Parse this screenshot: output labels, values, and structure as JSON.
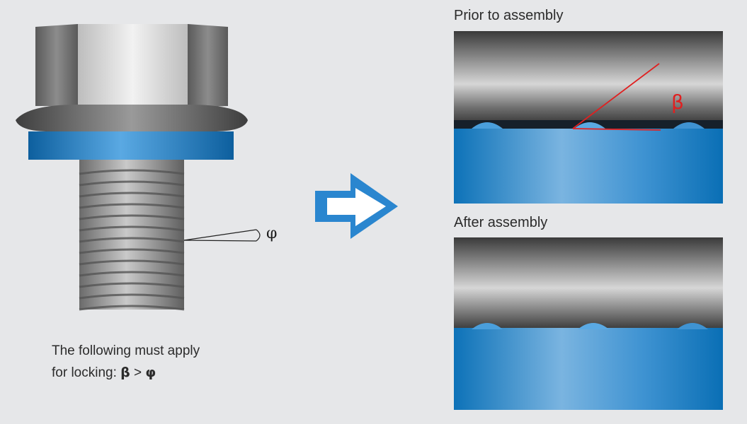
{
  "panels": {
    "before_title": "Prior to assembly",
    "after_title": "After assembly"
  },
  "labels": {
    "beta": "β",
    "phi": "φ"
  },
  "rule": {
    "line1": "The following must apply",
    "line2_prefix": "for locking: ",
    "beta": "β",
    "operator": " > ",
    "phi": "φ"
  },
  "colors": {
    "background": "#e6e7e9",
    "steel_dark": "#4a4a4a",
    "steel_mid": "#8a8a8a",
    "washer_blue": "#1e7fc4",
    "arrow_blue": "#2a86cf",
    "angle_red": "#e02020"
  }
}
